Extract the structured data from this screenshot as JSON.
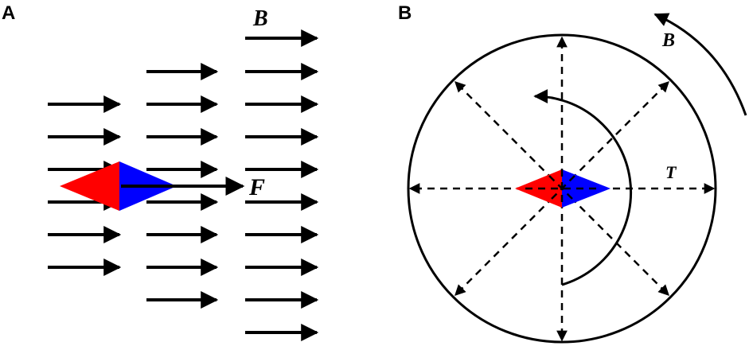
{
  "panel_a": {
    "label": "A",
    "field_label": "B",
    "force_label": "F",
    "colors": {
      "north": "#ff0000",
      "south": "#0000ff",
      "arrow": "#000000"
    }
  },
  "panel_b": {
    "label": "B",
    "field_label": "B",
    "torque_label": "T",
    "colors": {
      "north": "#ff0000",
      "south": "#0000ff",
      "line": "#000000"
    }
  }
}
